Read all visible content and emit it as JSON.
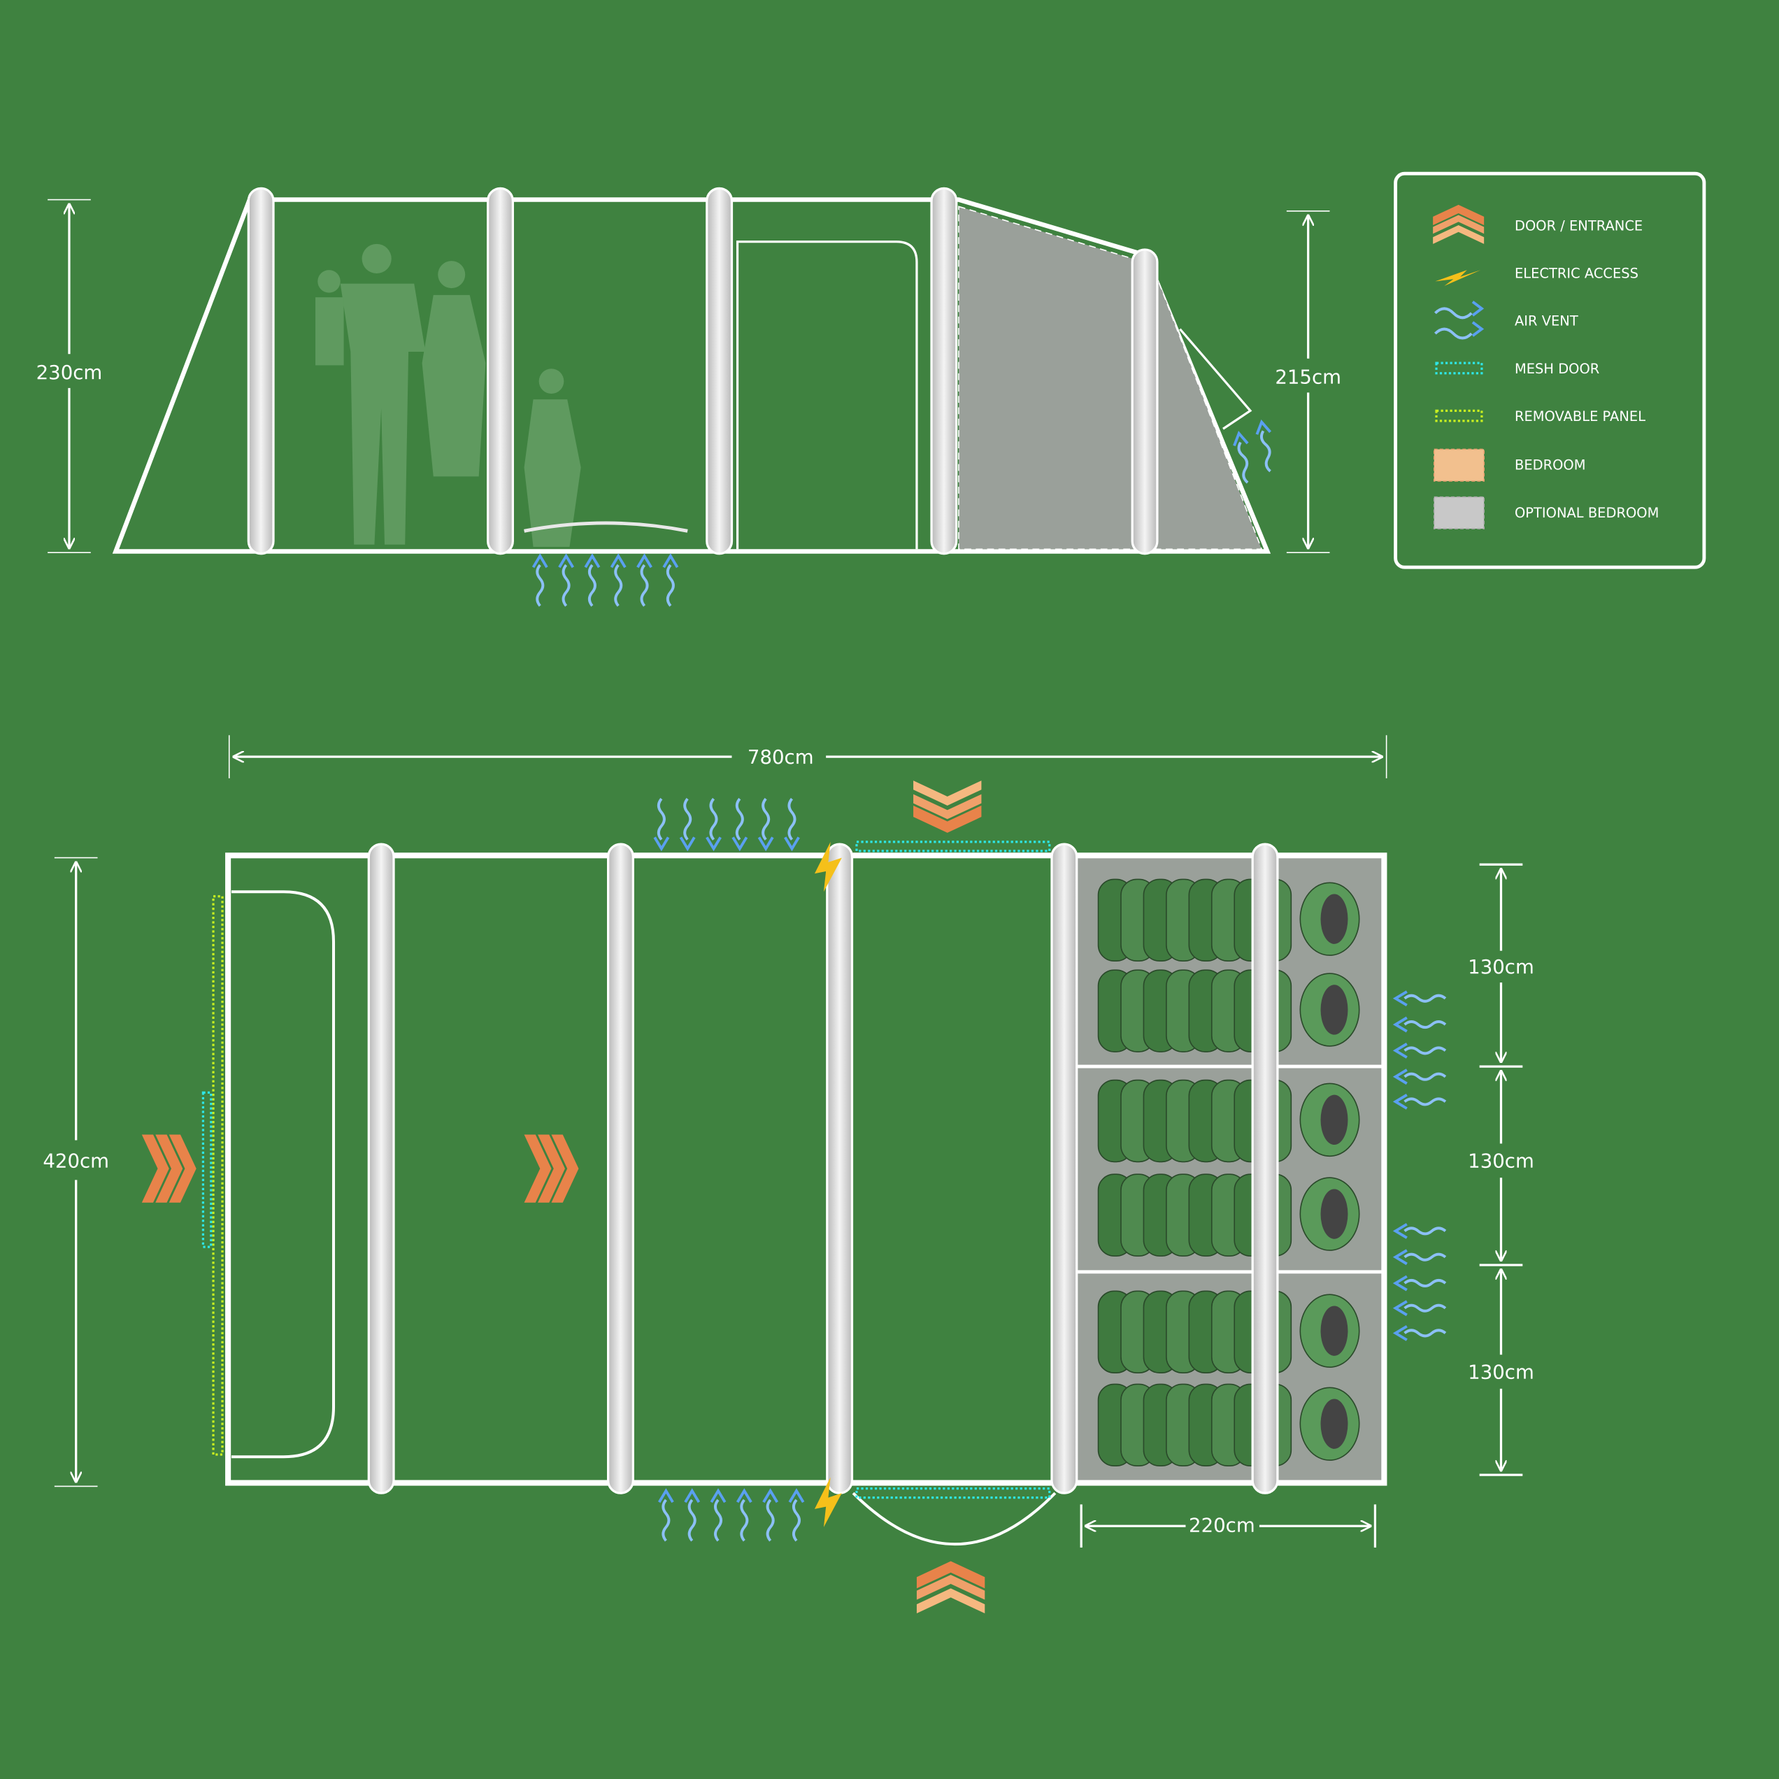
{
  "colors": {
    "background": "#3f8240",
    "door": "#e8834a",
    "electric": "#f5c01a",
    "vent": "#5aa0f0",
    "mesh": "#2ee6e6",
    "removable": "#c8f020",
    "bedroom": "#f2c08e",
    "optional_bedroom": "#c8c8c8"
  },
  "legend": {
    "items": [
      {
        "icon": "door-icon",
        "label": "DOOR / ENTRANCE"
      },
      {
        "icon": "electric-icon",
        "label": "ELECTRIC ACCESS"
      },
      {
        "icon": "air-vent-icon",
        "label": "AIR VENT"
      },
      {
        "icon": "mesh-door-icon",
        "label": "MESH DOOR"
      },
      {
        "icon": "removable-panel-icon",
        "label": "REMOVABLE PANEL"
      },
      {
        "icon": "bedroom-swatch-icon",
        "label": "BEDROOM"
      },
      {
        "icon": "optional-bedroom-swatch-icon",
        "label": "OPTIONAL BEDROOM"
      }
    ]
  },
  "side_view": {
    "height_front": "230cm",
    "height_rear": "215cm"
  },
  "floor_plan": {
    "length": "780cm",
    "width": "420cm",
    "bedroom_widths": [
      "130cm",
      "130cm",
      "130cm"
    ],
    "bedroom_depth": "220cm"
  }
}
